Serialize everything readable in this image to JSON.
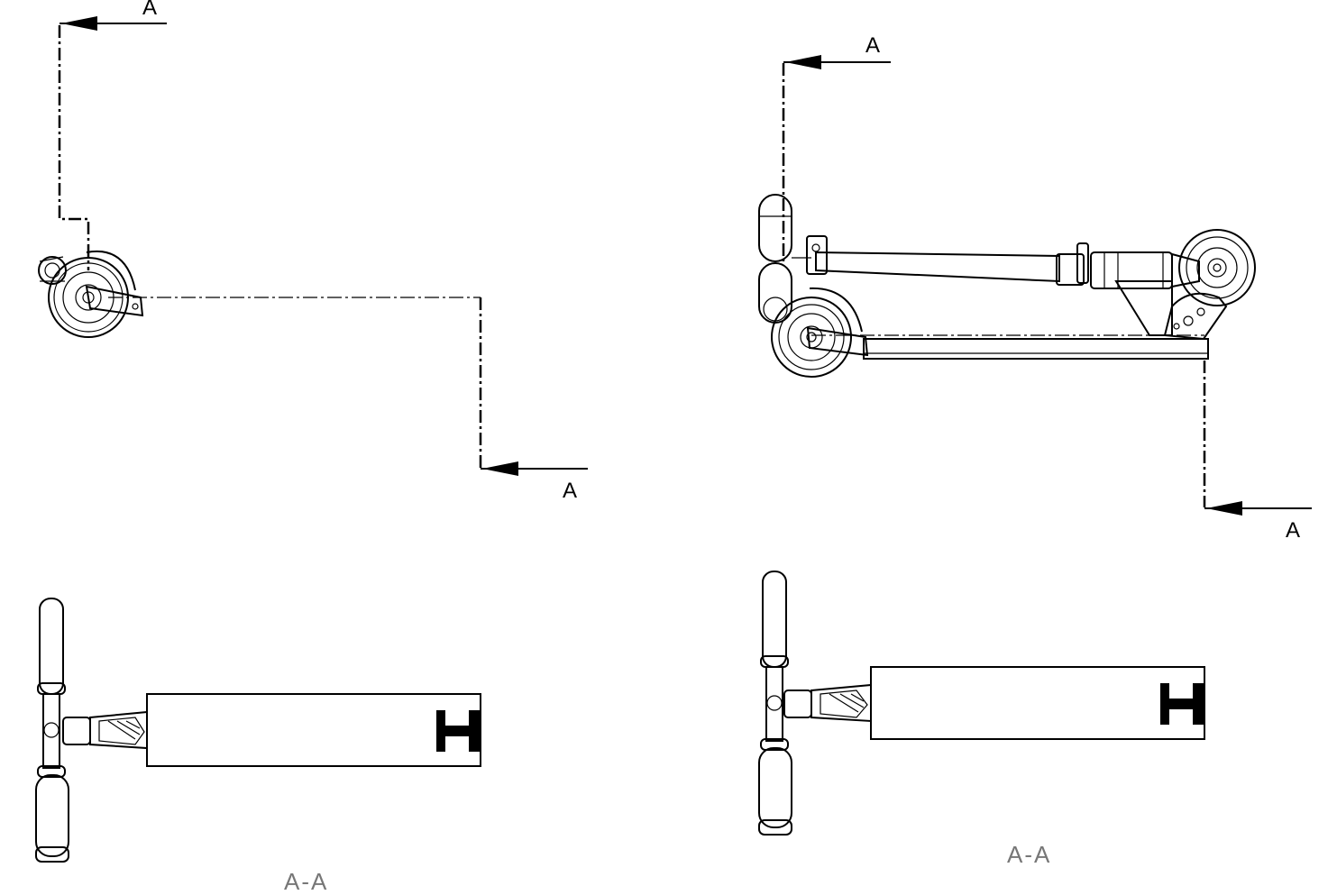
{
  "views": {
    "top_left": {
      "section_label_top": "A",
      "section_label_bottom": "A"
    },
    "top_right": {
      "section_label_top": "A",
      "section_label_bottom": "A"
    },
    "bottom_left": {
      "caption": "A-A"
    },
    "bottom_right": {
      "caption": "A-A"
    }
  }
}
